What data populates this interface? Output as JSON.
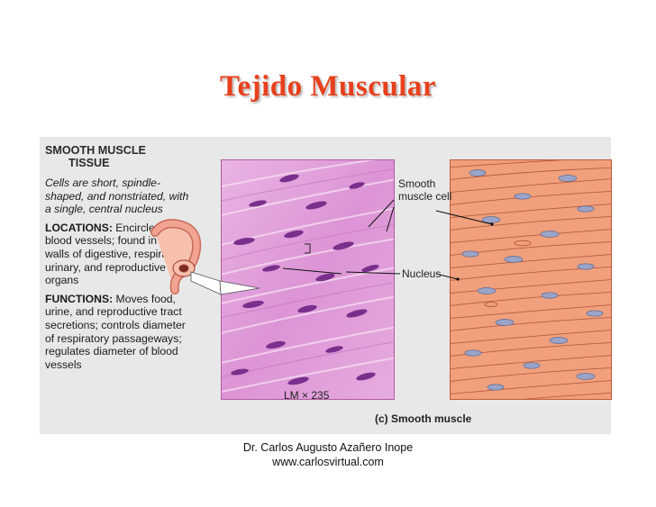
{
  "title": "Tejido Muscular",
  "panel": {
    "heading_line1": "SMOOTH MUSCLE",
    "heading_line2": "TISSUE",
    "description": "Cells are short, spindle-shaped, and nonstriated, with a single, central nucleus",
    "locations_label": "LOCATIONS:",
    "locations_text": " Encircles blood vessels; found in the walls of digestive, respiratory, urinary, and reproductive organs",
    "functions_label": "FUNCTIONS:",
    "functions_text": " Moves food, urine, and reproductive tract secretions; controls diameter of respiratory passageways; regulates diameter of blood vessels"
  },
  "labels": {
    "smooth_muscle_cell": "Smooth muscle cell",
    "nucleus": "Nucleus",
    "magnification": "LM × 235",
    "figure_caption": "(c) Smooth muscle"
  },
  "footer": {
    "author": "Dr. Carlos Augusto Azañero Inope",
    "website": "www.carlosvirtual.com"
  },
  "colors": {
    "title": "#e8401c",
    "micro_bg": "#e4a8dc",
    "micro_nucleus": "#7a2f8c",
    "drawing_bg": "#f0a07c",
    "drawing_nucleus": "#9aa4c8"
  }
}
